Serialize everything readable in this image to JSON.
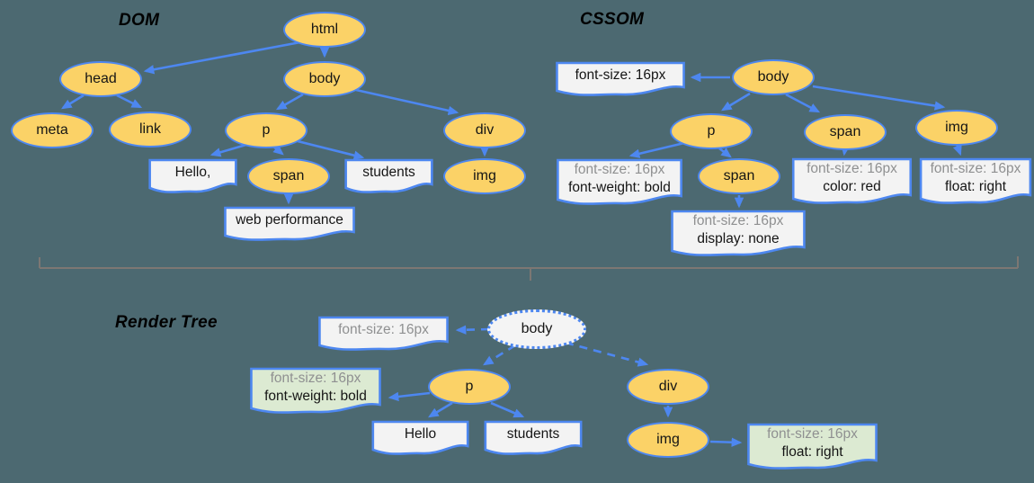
{
  "titles": {
    "dom": "DOM",
    "cssom": "CSSOM",
    "render": "Render Tree"
  },
  "dom": {
    "nodes": {
      "html": "html",
      "head": "head",
      "body": "body",
      "meta": "meta",
      "link": "link",
      "p": "p",
      "div": "div",
      "span": "span",
      "img": "img"
    },
    "texts": {
      "hello": "Hello,",
      "students": "students",
      "webperf": "web performance"
    }
  },
  "cssom": {
    "nodes": {
      "body": "body",
      "p": "p",
      "span": "span",
      "img": "img",
      "span_in_p": "span"
    },
    "boxes": {
      "body_props": {
        "line1": "font-size: 16px"
      },
      "p_props": {
        "line1": "font-size: 16px",
        "line2": "font-weight: bold"
      },
      "span_in_p_props": {
        "line1": "font-size: 16px",
        "line2": "display: none"
      },
      "span_props": {
        "line1": "font-size: 16px",
        "line2": "color: red"
      },
      "img_props": {
        "line1": "font-size: 16px",
        "line2": "float: right"
      }
    }
  },
  "render": {
    "nodes": {
      "body": "body",
      "p": "p",
      "div": "div",
      "img": "img"
    },
    "texts": {
      "hello": "Hello",
      "students": "students"
    },
    "boxes": {
      "body_props": {
        "line1": "font-size: 16px"
      },
      "p_props": {
        "line1": "font-size: 16px",
        "line2": "font-weight: bold"
      },
      "img_props": {
        "line1": "font-size: 16px",
        "line2": "float: right"
      }
    }
  },
  "colors": {
    "background": "#4c6971",
    "node_fill": "#fbd267",
    "accent_blue": "#4d87f0",
    "box_fill": "#f3f3f3",
    "green_box_fill": "#dcead2",
    "muted_text": "#8f9091",
    "divider": "#7d7773"
  }
}
